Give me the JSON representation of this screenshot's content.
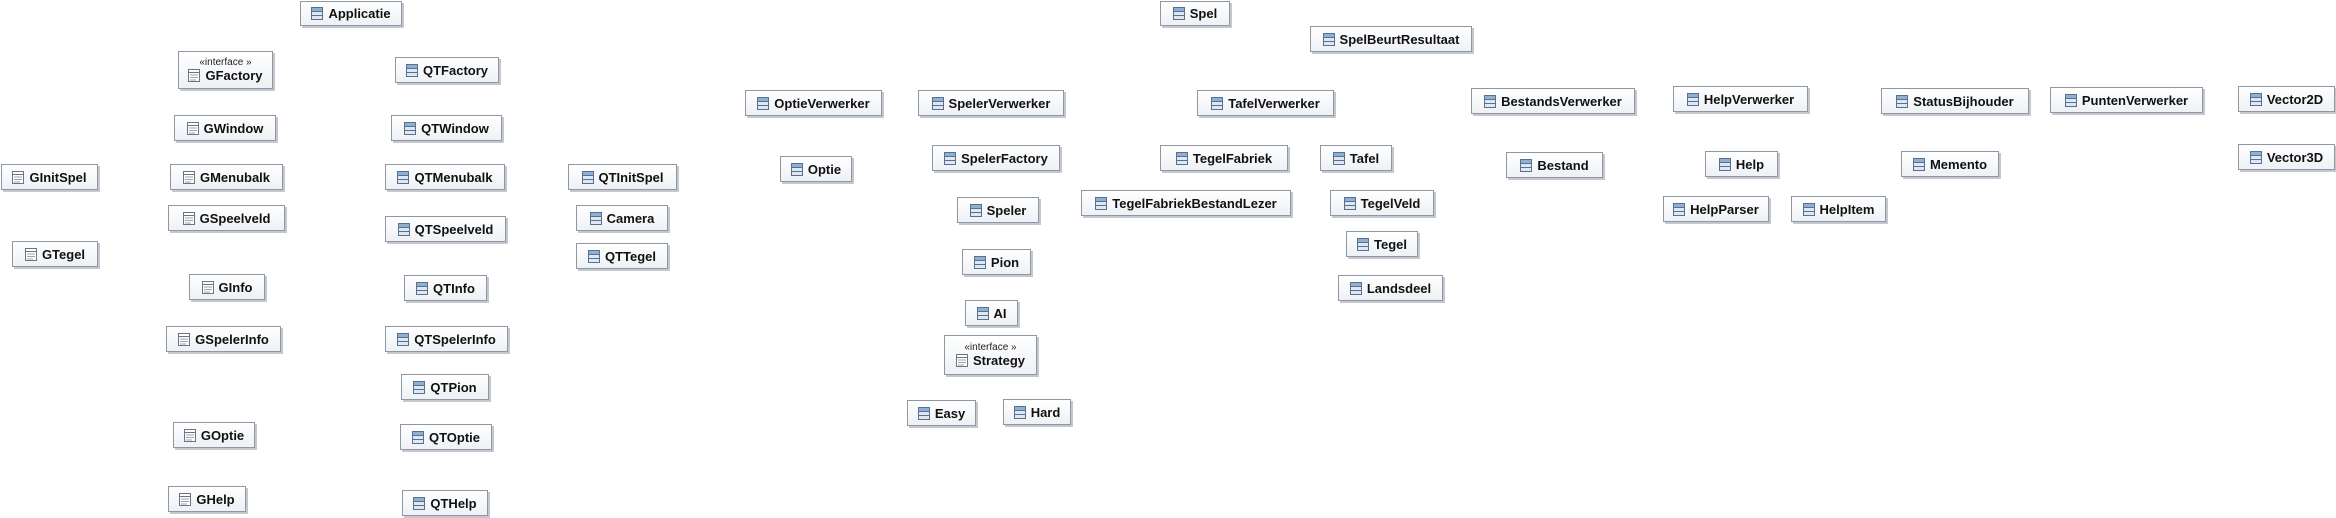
{
  "diagram": {
    "nodes": [
      {
        "id": "Applicatie",
        "label": "Applicatie",
        "kind": "class",
        "icon": "class-icon"
      },
      {
        "id": "GFactory",
        "label": "GFactory",
        "kind": "interface",
        "stereotype": "«interface »",
        "icon": "interface-icon"
      },
      {
        "id": "QTFactory",
        "label": "QTFactory",
        "kind": "class",
        "icon": "class-icon"
      },
      {
        "id": "GWindow",
        "label": "GWindow",
        "kind": "interface",
        "icon": "interface-icon"
      },
      {
        "id": "QTWindow",
        "label": "QTWindow",
        "kind": "class",
        "icon": "class-icon"
      },
      {
        "id": "GInitSpel",
        "label": "GInitSpel",
        "kind": "interface",
        "icon": "interface-icon"
      },
      {
        "id": "GMenubalk",
        "label": "GMenubalk",
        "kind": "interface",
        "icon": "interface-icon"
      },
      {
        "id": "QTMenubalk",
        "label": "QTMenubalk",
        "kind": "class",
        "icon": "class-icon"
      },
      {
        "id": "QTInitSpel",
        "label": "QTInitSpel",
        "kind": "class",
        "icon": "class-icon"
      },
      {
        "id": "GSpeelveld",
        "label": "GSpeelveld",
        "kind": "interface",
        "icon": "interface-icon"
      },
      {
        "id": "QTSpeelveld",
        "label": "QTSpeelveld",
        "kind": "class",
        "icon": "class-icon"
      },
      {
        "id": "Camera",
        "label": "Camera",
        "kind": "class",
        "icon": "class-icon"
      },
      {
        "id": "GTegel",
        "label": "GTegel",
        "kind": "interface",
        "icon": "interface-icon"
      },
      {
        "id": "QTTegel",
        "label": "QTTegel",
        "kind": "class",
        "icon": "class-icon"
      },
      {
        "id": "GInfo",
        "label": "GInfo",
        "kind": "interface",
        "icon": "interface-icon"
      },
      {
        "id": "QTInfo",
        "label": "QTInfo",
        "kind": "class",
        "icon": "class-icon"
      },
      {
        "id": "GSpelerInfo",
        "label": "GSpelerInfo",
        "kind": "interface",
        "icon": "interface-icon"
      },
      {
        "id": "QTSpelerInfo",
        "label": "QTSpelerInfo",
        "kind": "class",
        "icon": "class-icon"
      },
      {
        "id": "QTPion",
        "label": "QTPion",
        "kind": "class",
        "icon": "class-icon"
      },
      {
        "id": "GOptie",
        "label": "GOptie",
        "kind": "interface",
        "icon": "interface-icon"
      },
      {
        "id": "QTOptie",
        "label": "QTOptie",
        "kind": "class",
        "icon": "class-icon"
      },
      {
        "id": "GHelp",
        "label": "GHelp",
        "kind": "interface",
        "icon": "interface-icon"
      },
      {
        "id": "QTHelp",
        "label": "QTHelp",
        "kind": "class",
        "icon": "class-icon"
      },
      {
        "id": "Spel",
        "label": "Spel",
        "kind": "class",
        "icon": "class-icon"
      },
      {
        "id": "SpelBeurtResultaat",
        "label": "SpelBeurtResultaat",
        "kind": "class",
        "icon": "class-icon"
      },
      {
        "id": "OptieVerwerker",
        "label": "OptieVerwerker",
        "kind": "class",
        "icon": "class-icon"
      },
      {
        "id": "Optie",
        "label": "Optie",
        "kind": "class",
        "icon": "class-icon"
      },
      {
        "id": "SpelerVerwerker",
        "label": "SpelerVerwerker",
        "kind": "class",
        "icon": "class-icon"
      },
      {
        "id": "SpelerFactory",
        "label": "SpelerFactory",
        "kind": "class",
        "icon": "class-icon"
      },
      {
        "id": "Speler",
        "label": "Speler",
        "kind": "class",
        "icon": "class-icon"
      },
      {
        "id": "Pion",
        "label": "Pion",
        "kind": "class",
        "icon": "class-icon"
      },
      {
        "id": "AI",
        "label": "AI",
        "kind": "class",
        "icon": "class-icon"
      },
      {
        "id": "Strategy",
        "label": "Strategy",
        "kind": "interface",
        "stereotype": "«interface »",
        "icon": "interface-icon"
      },
      {
        "id": "Easy",
        "label": "Easy",
        "kind": "class",
        "icon": "class-icon"
      },
      {
        "id": "Hard",
        "label": "Hard",
        "kind": "class",
        "icon": "class-icon"
      },
      {
        "id": "TafelVerwerker",
        "label": "TafelVerwerker",
        "kind": "class",
        "icon": "class-icon"
      },
      {
        "id": "TegelFabriek",
        "label": "TegelFabriek",
        "kind": "class",
        "icon": "class-icon"
      },
      {
        "id": "Tafel",
        "label": "Tafel",
        "kind": "class",
        "icon": "class-icon"
      },
      {
        "id": "TegelFabriekBestandLezer",
        "label": "TegelFabriekBestandLezer",
        "kind": "class",
        "icon": "class-icon"
      },
      {
        "id": "TegelVeld",
        "label": "TegelVeld",
        "kind": "class",
        "icon": "class-icon"
      },
      {
        "id": "Tegel",
        "label": "Tegel",
        "kind": "class",
        "icon": "class-icon"
      },
      {
        "id": "Landsdeel",
        "label": "Landsdeel",
        "kind": "class",
        "icon": "class-icon"
      },
      {
        "id": "BestandsVerwerker",
        "label": "BestandsVerwerker",
        "kind": "class",
        "icon": "class-icon"
      },
      {
        "id": "Bestand",
        "label": "Bestand",
        "kind": "class",
        "icon": "class-icon"
      },
      {
        "id": "HelpVerwerker",
        "label": "HelpVerwerker",
        "kind": "class",
        "icon": "class-icon"
      },
      {
        "id": "Help",
        "label": "Help",
        "kind": "class",
        "icon": "class-icon"
      },
      {
        "id": "HelpParser",
        "label": "HelpParser",
        "kind": "class",
        "icon": "class-icon"
      },
      {
        "id": "HelpItem",
        "label": "HelpItem",
        "kind": "class",
        "icon": "class-icon"
      },
      {
        "id": "StatusBijhouder",
        "label": "StatusBijhouder",
        "kind": "class",
        "icon": "class-icon"
      },
      {
        "id": "Memento",
        "label": "Memento",
        "kind": "class",
        "icon": "class-icon"
      },
      {
        "id": "PuntenVerwerker",
        "label": "PuntenVerwerker",
        "kind": "class",
        "icon": "class-icon"
      },
      {
        "id": "Vector2D",
        "label": "Vector2D",
        "kind": "class",
        "icon": "class-icon"
      },
      {
        "id": "Vector3D",
        "label": "Vector3D",
        "kind": "class",
        "icon": "class-icon"
      }
    ]
  }
}
